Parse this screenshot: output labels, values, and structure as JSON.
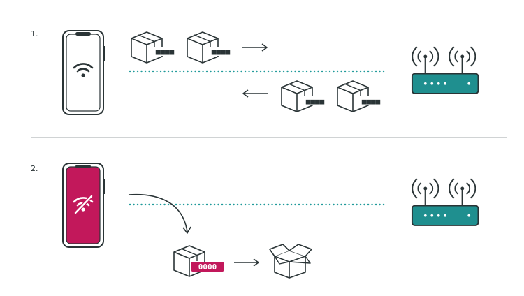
{
  "colors": {
    "outline": "#2a3436",
    "teal": "#1f8f8f",
    "dotted": "#1f9a9a",
    "magenta": "#c2185b",
    "divider": "#b5b9ba",
    "white": "#ffffff"
  },
  "steps": [
    {
      "number": "1.",
      "phone_state": "connected",
      "phone_icon": "wifi-icon",
      "router_icon": "router-icon",
      "outgoing_packets": [
        "■■■■",
        "■■■■"
      ],
      "incoming_packets": [
        "■■■■",
        "■■■■"
      ]
    },
    {
      "number": "2.",
      "phone_state": "disconnected",
      "phone_icon": "wifi-off-icon",
      "router_icon": "router-icon",
      "lost_packet_code": "0000",
      "lost_packet_result_icon": "open-box-icon"
    }
  ]
}
